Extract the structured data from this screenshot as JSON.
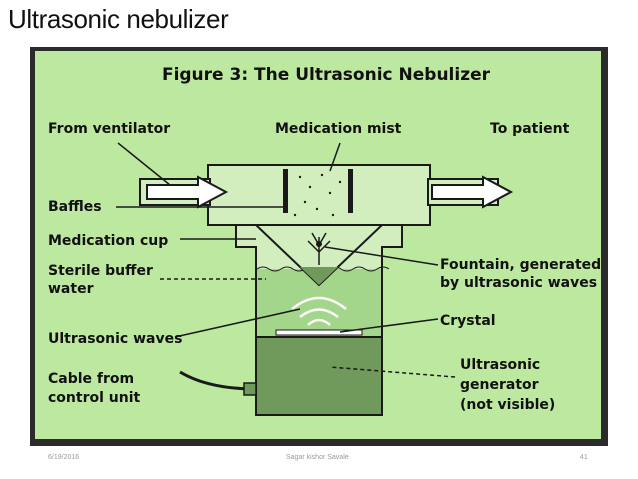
{
  "slide": {
    "title": "Ultrasonic nebulizer",
    "footer": {
      "date": "6/19/2016",
      "author": "Sagar kishor Savale",
      "page": "41"
    }
  },
  "figure": {
    "title": "Figure 3: The Ultrasonic Nebulizer",
    "labels": {
      "from_ventilator": "From ventilator",
      "medication_mist": "Medication mist",
      "to_patient": "To patient",
      "baffles": "Baffles",
      "medication_cup": "Medication cup",
      "sterile_buffer_1": "Sterile buffer",
      "sterile_buffer_2": "water",
      "fountain_1": "Fountain, generated",
      "fountain_2": "by ultrasonic waves",
      "ultrasonic_waves": "Ultrasonic waves",
      "crystal": "Crystal",
      "cable_1": "Cable from",
      "cable_2": "control unit",
      "generator_1": "Ultrasonic",
      "generator_2": "generator",
      "generator_3": "(not visible)"
    },
    "colors": {
      "background": "#bde8a0",
      "chamber": "#d2eebf",
      "water": "#a3d68a",
      "generator": "#6f9a5c",
      "outline": "#1a1a1a"
    }
  }
}
